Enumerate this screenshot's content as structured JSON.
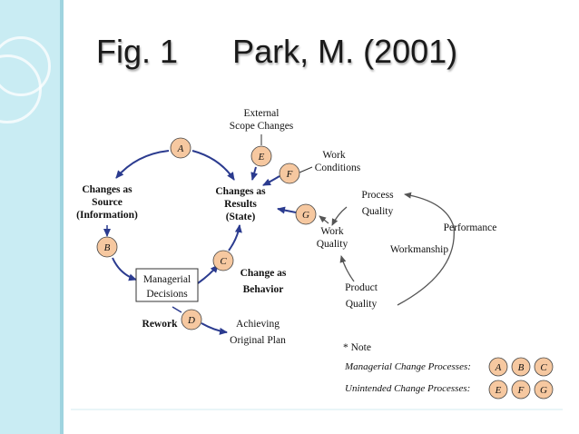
{
  "title": {
    "fig": "Fig. 1",
    "author": "Park, M. (2001)"
  },
  "diagram": {
    "nodes": {
      "a": "A",
      "b": "B",
      "c": "C",
      "d": "D",
      "e": "E",
      "f": "F",
      "g": "G"
    },
    "labels": {
      "external_1": "External",
      "external_2": "Scope Changes",
      "work_cond_1": "Work",
      "work_cond_2": "Conditions",
      "source_1": "Changes as",
      "source_2": "Source",
      "source_3": "(Information)",
      "results_1": "Changes as",
      "results_2": "Results",
      "results_3": "(State)",
      "process_q_1": "Process",
      "process_q_2": "Quality",
      "performance": "Performance",
      "work_q_1": "Work",
      "work_q_2": "Quality",
      "workmanship": "Workmanship",
      "managerial_1": "Managerial",
      "managerial_2": "Decisions",
      "behavior_1": "Change as",
      "behavior_2": "Behavior",
      "product_q_1": "Product",
      "product_q_2": "Quality",
      "rework": "Rework",
      "achieving_1": "Achieving",
      "achieving_2": "Original Plan"
    },
    "note": {
      "heading": "* Note",
      "managerial": "Managerial Change Processes:",
      "unintended": "Unintended Change Processes:"
    },
    "colors": {
      "node_fill": "#f6c8a0",
      "arrow": "#2b3b8f",
      "band": "#c9ecf3"
    }
  }
}
